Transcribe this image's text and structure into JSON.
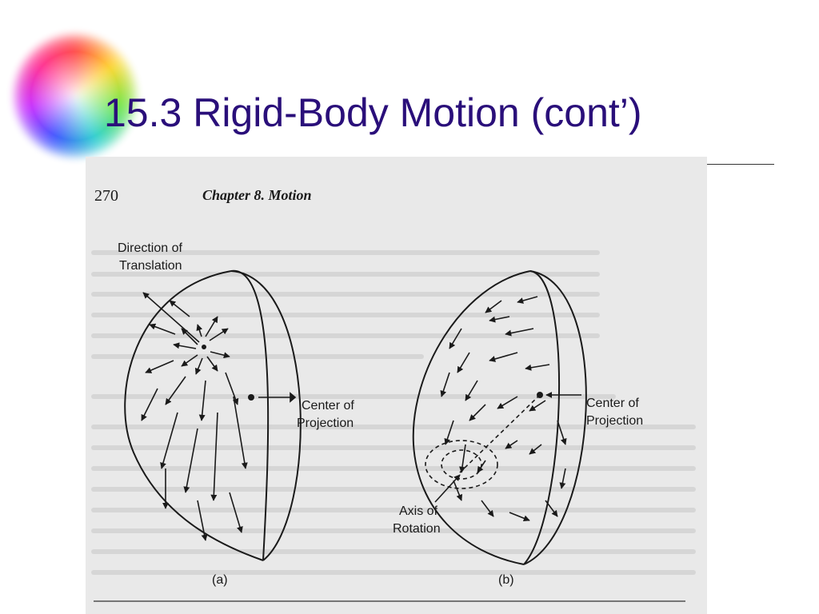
{
  "slide": {
    "title": "15.3 Rigid-Body Motion (cont’)"
  },
  "scan": {
    "page_number": "270",
    "chapter_heading": "Chapter 8.  Motion",
    "figure_a": {
      "label_direction": [
        "Direction of",
        "Translation"
      ],
      "label_center": [
        "Center of",
        "Projection"
      ],
      "caption": "(a)"
    },
    "figure_b": {
      "label_center": [
        "Center of",
        "Projection"
      ],
      "label_axis": [
        "Axis of",
        "Rotation"
      ],
      "caption": "(b)"
    }
  },
  "colors": {
    "title": "#2a0f7a",
    "scan_background": "#e9e9e9",
    "ink": "#1a1a1a"
  }
}
